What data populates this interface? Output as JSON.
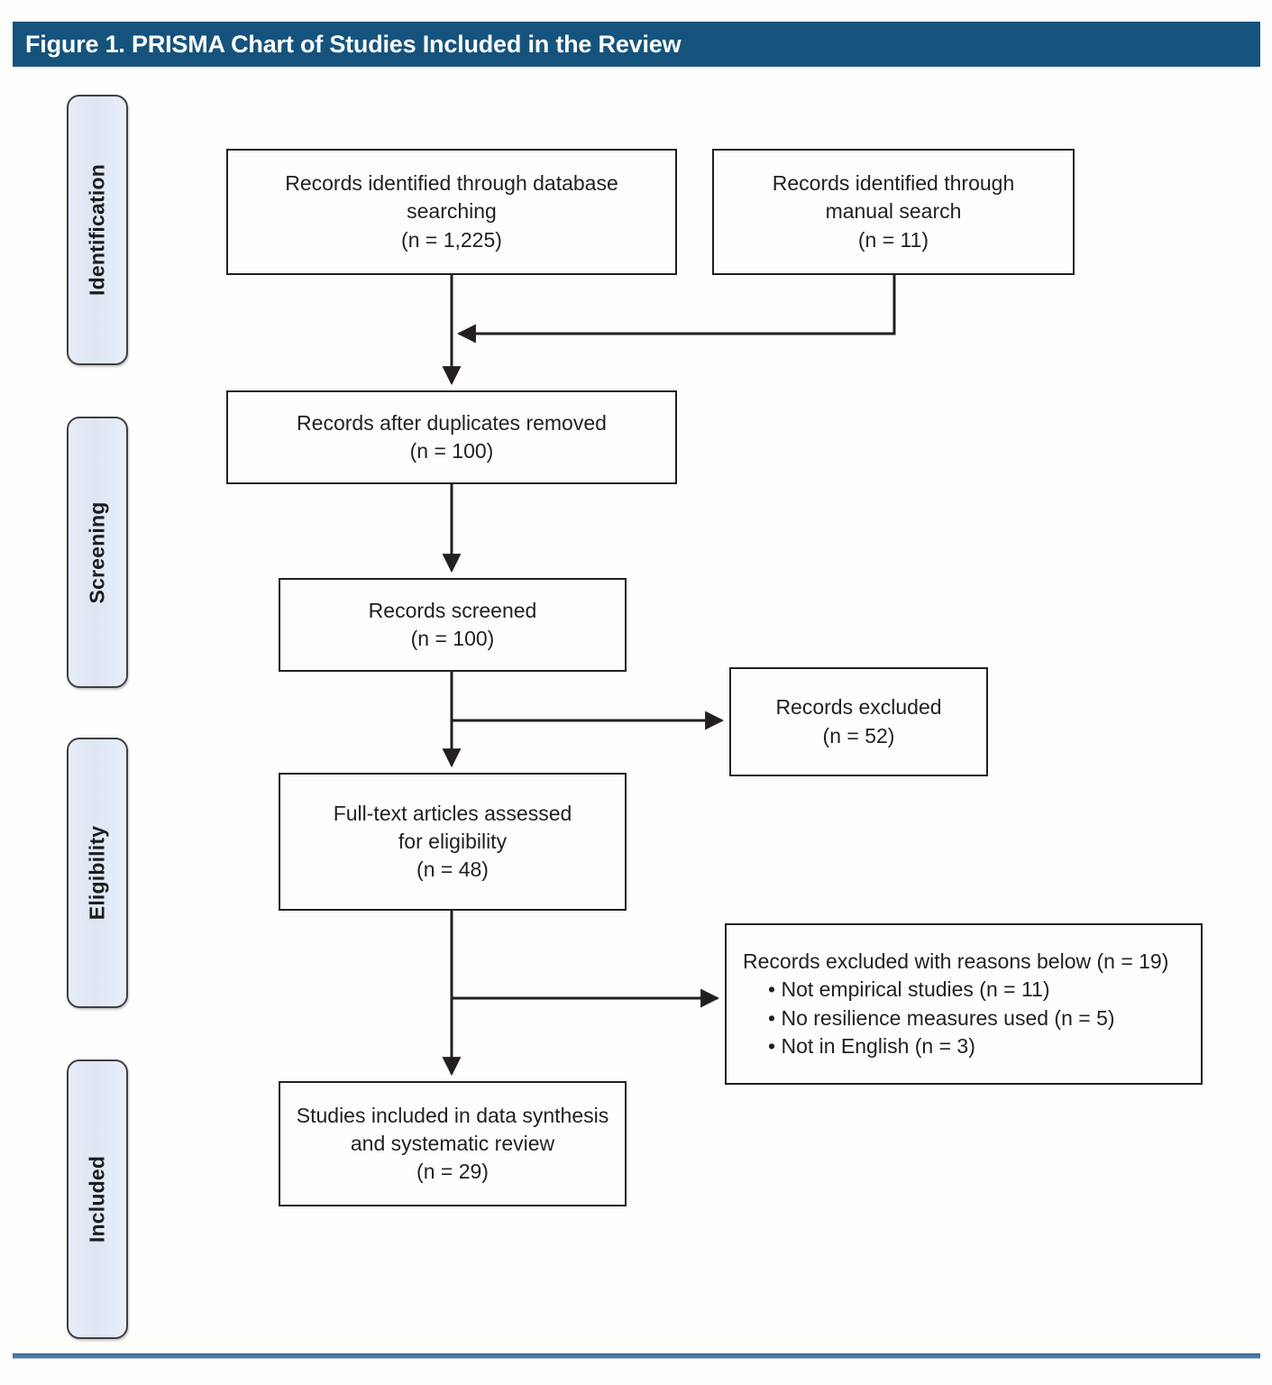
{
  "figure": {
    "title": "Figure 1. PRISMA Chart of Studies Included in the Review",
    "banner_color": "#15537d",
    "stage_pill_color": "#e4ebf7",
    "line_color": "#231f20",
    "bottom_rule_color": "#4a7aa6"
  },
  "stages": [
    {
      "id": "identification",
      "label": "Identification"
    },
    {
      "id": "screening",
      "label": "Screening"
    },
    {
      "id": "eligibility",
      "label": "Eligibility"
    },
    {
      "id": "included",
      "label": "Included"
    }
  ],
  "boxes": {
    "db_search": {
      "text": "Records identified through database\nsearching\n(n = 1,225)",
      "n": 1225
    },
    "manual_search": {
      "text": "Records identified through\nmanual search\n(n = 11)",
      "n": 11
    },
    "dedup": {
      "text": "Records after duplicates removed\n(n = 100)",
      "n": 100
    },
    "screened": {
      "text": "Records screened\n(n = 100)",
      "n": 100
    },
    "excluded": {
      "text": "Records excluded\n(n = 52)",
      "n": 52
    },
    "fulltext": {
      "text": "Full-text articles assessed\nfor eligibility\n(n = 48)",
      "n": 48
    },
    "excl_reasons": {
      "heading": "Records excluded with reasons below (n = 19)",
      "n": 19,
      "reasons": [
        {
          "label": "Not empirical studies (n = 11)",
          "n": 11
        },
        {
          "label": "No resilience measures used (n = 5)",
          "n": 5
        },
        {
          "label": "Not in English (n = 3)",
          "n": 3
        }
      ]
    },
    "included": {
      "text": "Studies included in data synthesis\nand systematic review\n(n = 29)",
      "n": 29
    }
  },
  "chart_data": {
    "type": "diagram",
    "title": "Figure 1. PRISMA Chart of Studies Included in the Review",
    "nodes": [
      {
        "id": "db_search",
        "stage": "Identification",
        "label": "Records identified through database searching",
        "n": 1225
      },
      {
        "id": "manual_search",
        "stage": "Identification",
        "label": "Records identified through manual search",
        "n": 11
      },
      {
        "id": "dedup",
        "stage": "Screening",
        "label": "Records after duplicates removed",
        "n": 100
      },
      {
        "id": "screened",
        "stage": "Screening",
        "label": "Records screened",
        "n": 100
      },
      {
        "id": "excluded",
        "stage": "Screening",
        "label": "Records excluded",
        "n": 52
      },
      {
        "id": "fulltext",
        "stage": "Eligibility",
        "label": "Full-text articles assessed for eligibility",
        "n": 48
      },
      {
        "id": "excl_reasons",
        "stage": "Eligibility",
        "label": "Records excluded with reasons below",
        "n": 19
      },
      {
        "id": "included",
        "stage": "Included",
        "label": "Studies included in data synthesis and systematic review",
        "n": 29
      }
    ],
    "edges": [
      {
        "from": "db_search",
        "to": "dedup"
      },
      {
        "from": "manual_search",
        "to": "dedup"
      },
      {
        "from": "dedup",
        "to": "screened"
      },
      {
        "from": "screened",
        "to": "excluded"
      },
      {
        "from": "screened",
        "to": "fulltext"
      },
      {
        "from": "fulltext",
        "to": "excl_reasons"
      },
      {
        "from": "fulltext",
        "to": "included"
      }
    ]
  }
}
